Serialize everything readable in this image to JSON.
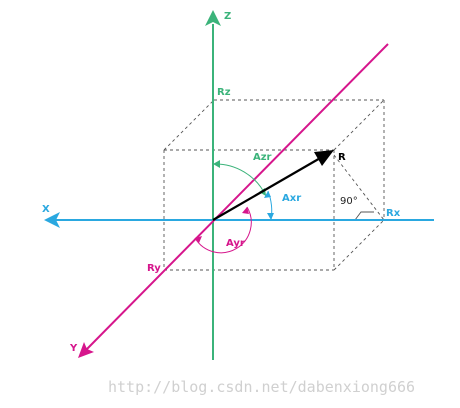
{
  "axes": {
    "x": {
      "label": "X",
      "color": "#2aa8e0"
    },
    "y": {
      "label": "Y",
      "color": "#d6168c"
    },
    "z": {
      "label": "Z",
      "color": "#3bb37a"
    }
  },
  "vector": {
    "label": "R",
    "color": "#000000"
  },
  "components": {
    "rx": "Rx",
    "ry": "Ry",
    "rz": "Rz"
  },
  "angles": {
    "azr": "Azr",
    "axr": "Axr",
    "ayr": "Ayr",
    "right_angle": "90°"
  },
  "watermark": "http://blog.csdn.net/dabenxiong666"
}
